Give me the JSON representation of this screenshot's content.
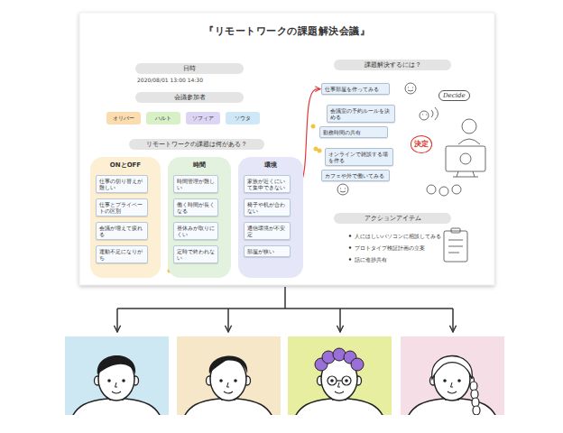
{
  "diagram": {
    "nodes": [
      {
        "text": [
          "『リモートワークの課題解決会議』"
        ]
      },
      {
        "text": [
          "日時"
        ],
        "in": 0
      },
      {
        "text": [
          "会議参加者"
        ],
        "in": 0
      },
      {
        "text": [
          "オリバー"
        ],
        "in": 0
      },
      {
        "text": [
          "ハルト"
        ],
        "in": 0
      },
      {
        "text": [
          "ソフィア"
        ],
        "in": 0
      },
      {
        "text": [
          "ソウタ"
        ],
        "in": 0
      },
      {
        "text": [
          "リモートワークの課題は何がある？"
        ],
        "in": 0
      },
      {
        "text": [
          "ONとOFF"
        ],
        "in": 0
      },
      {
        "text": [
          "仕事の切り替えが難しい"
        ],
        "in": 8
      },
      {
        "text": [
          "仕事とプライベートの区別"
        ],
        "in": 8
      },
      {
        "text": [
          "会議が増えて疲れる"
        ],
        "in": 8
      },
      {
        "text": [
          "運動不足になりがち"
        ],
        "in": 8
      },
      {
        "text": [
          "時間"
        ],
        "in": 0
      },
      {
        "text": [
          "時間管理が難しい"
        ],
        "in": 13
      },
      {
        "text": [
          "働く時間が長くなる"
        ],
        "in": 13
      },
      {
        "text": [
          "昼休みが取りにくい"
        ],
        "in": 13
      },
      {
        "text": [
          "定時で終われない"
        ],
        "in": 13
      },
      {
        "text": [
          "環境"
        ],
        "in": 0
      },
      {
        "text": [
          "家族が近くにいて集中できない"
        ],
        "in": 18
      },
      {
        "text": [
          "椅子や机が合わない"
        ],
        "in": 18
      },
      {
        "text": [
          "通信環境が不安定"
        ],
        "in": 18
      },
      {
        "text": [
          "部屋が狭い"
        ],
        "in": 18
      },
      {
        "text": [
          "課題解決するには？"
        ],
        "in": 0
      },
      {
        "text": [
          "仕事部屋を作ってみる"
        ],
        "in": 0
      },
      {
        "text": [
          "会議室の予約ルールを決める"
        ],
        "in": 0
      },
      {
        "text": [
          "勤務時間の共有"
        ],
        "in": 0
      },
      {
        "text": [
          "オンラインで雑談する場を作る"
        ],
        "in": 0
      },
      {
        "text": [
          "カフェや外で働いてみる"
        ],
        "in": 0
      },
      {
        "text": [
          "アクションアイテム"
        ],
        "in": 0
      }
    ],
    "edges": [
      {
        "from": 19,
        "to": 24,
        "arrow": "to"
      }
    ],
    "labels": [
      "2020/08/01 13:00 14:30",
      "Decide",
      "決定",
      "人にほしいパソコンに相談してみる",
      "プロトタイプ検証計画の立案",
      "話に進捗共有"
    ]
  }
}
